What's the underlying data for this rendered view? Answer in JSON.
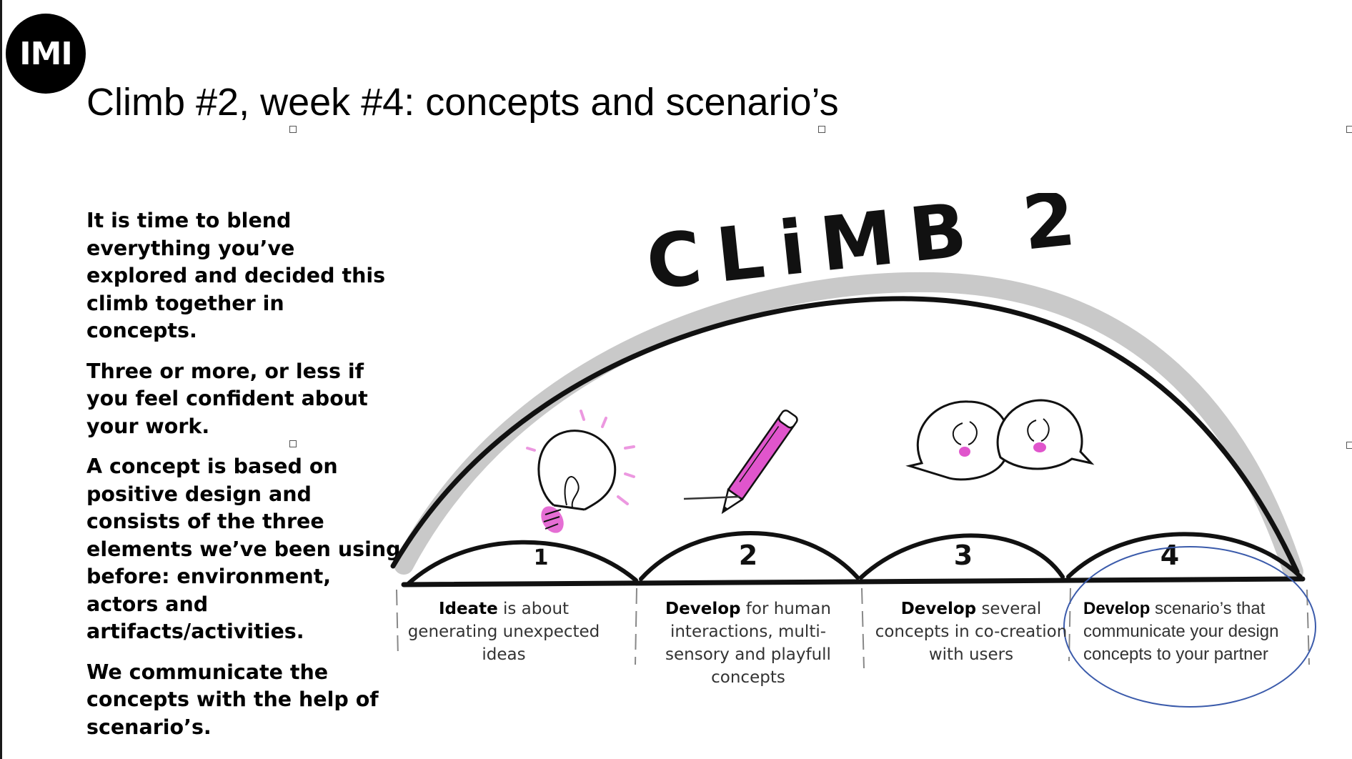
{
  "slide": {
    "logo_text": "IMI",
    "title": "Climb #2, week #4: concepts and scenario’s",
    "paragraphs": [
      "It is time to blend everything you’ve explored and decided this climb together in concepts.",
      "Three or more, or less if you feel confident about your work.",
      "A concept is based on positive design and consists of the three elements we’ve been using before: environment, actors and artifacts/activities.",
      "We communicate the concepts with the help of scenario’s."
    ]
  },
  "diagram": {
    "heading": "CLiMB 2",
    "accent_color": "#e055cc",
    "highlight_color": "#3b5bab",
    "steps": [
      {
        "number": "1",
        "bold": "Ideate",
        "rest": " is about generating unexpected ideas",
        "icon": "lightbulb-icon"
      },
      {
        "number": "2",
        "bold": "Develop",
        "rest": " for human interactions, multi-sensory and playfull concepts",
        "icon": "pencil-icon"
      },
      {
        "number": "3",
        "bold": "Develop",
        "rest": " several concepts in co-creation with users",
        "icon": "speech-bubbles-icon"
      },
      {
        "number": "4",
        "bold": "Develop",
        "rest": " scenario’s that communicate your design concepts to your partner",
        "icon": "none"
      }
    ]
  }
}
